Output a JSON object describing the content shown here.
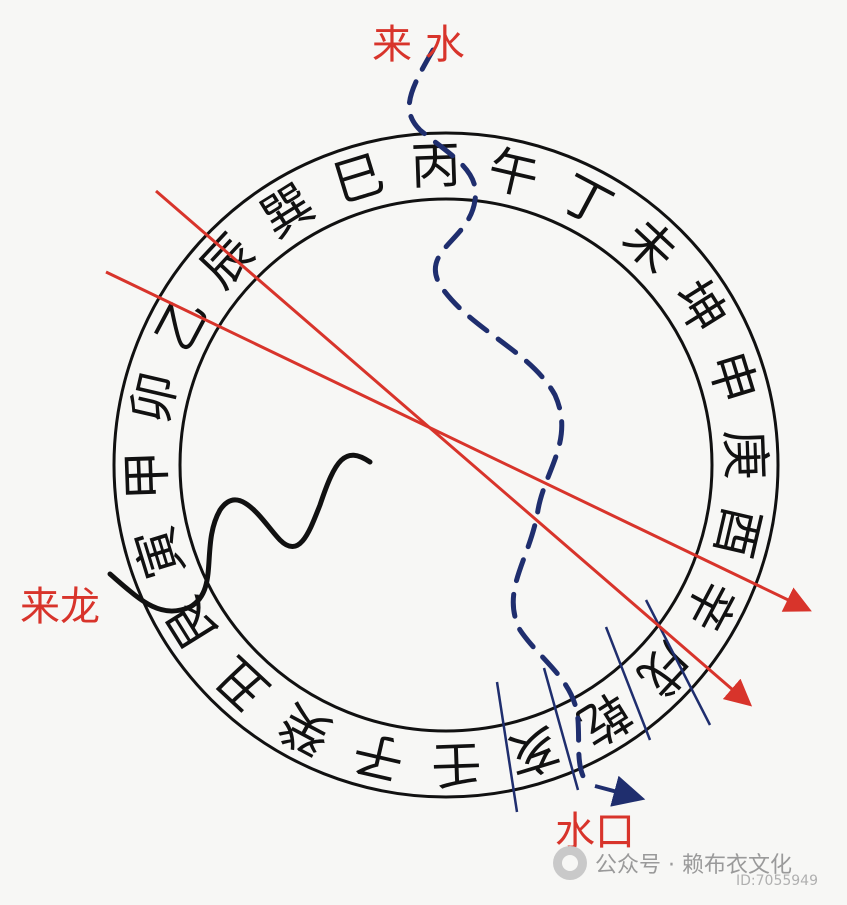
{
  "labels": {
    "incoming_water": "来 水",
    "incoming_dragon": "来龙",
    "water_outlet": "水口"
  },
  "ring": {
    "characters": [
      "丁",
      "未",
      "坤",
      "申",
      "庚",
      "酉",
      "辛",
      "戌",
      "乾",
      "亥",
      "壬",
      "子",
      "癸",
      "丑",
      "艮",
      "寅",
      "甲",
      "卯",
      "乙",
      "辰",
      "巽",
      "巳",
      "丙",
      "午"
    ]
  },
  "watermark": {
    "text": "公众号 · 赖布衣文化  ",
    "id": "ID:7055949"
  },
  "colors": {
    "axis_lines": "#d8342b",
    "water_path": "#1f2e6e",
    "dragon_path": "#111111",
    "labels": "#d8342b"
  }
}
